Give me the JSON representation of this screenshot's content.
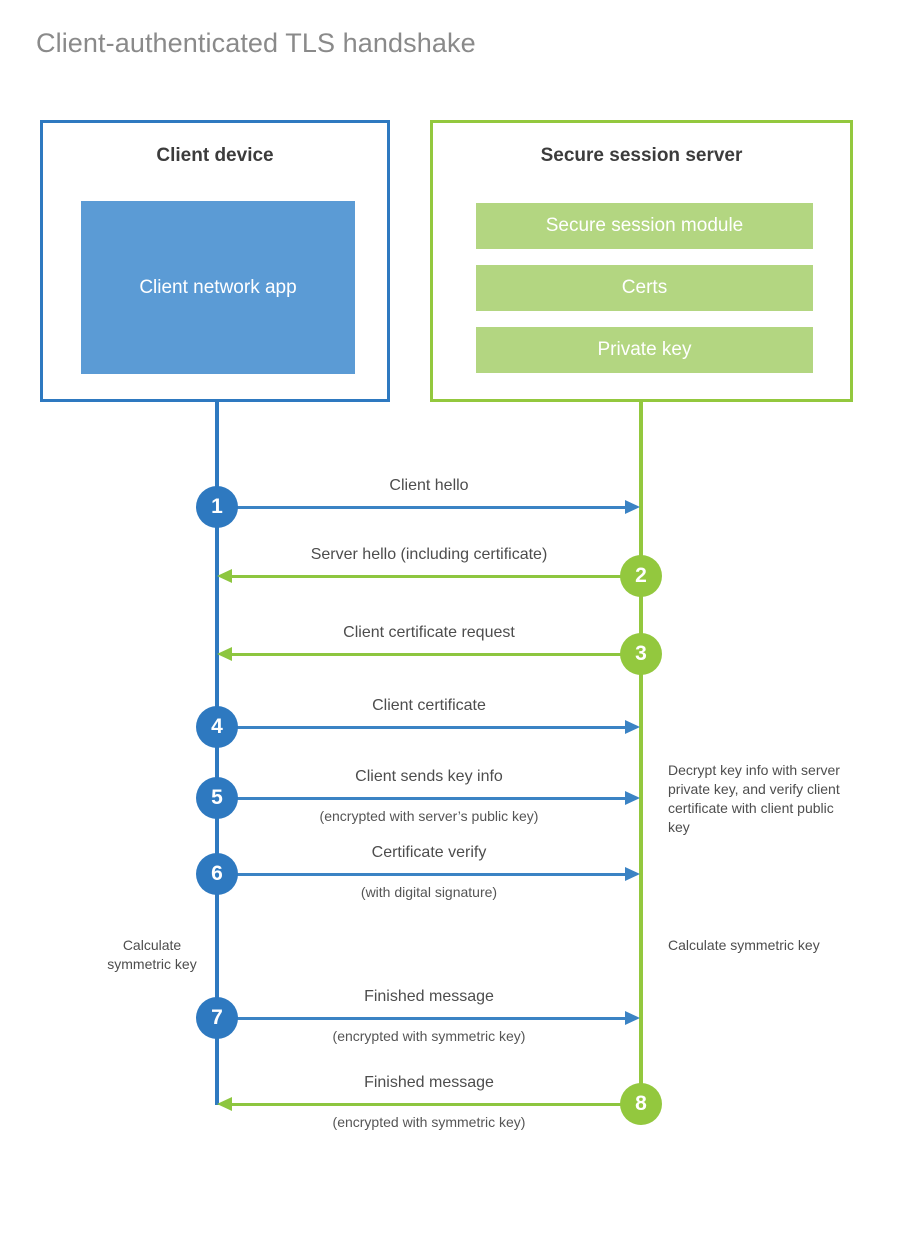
{
  "title": "Client-authenticated TLS handshake",
  "colors": {
    "client_border": "#2E79C0",
    "client_fill": "#5B9BD5",
    "server_border": "#93C83E",
    "server_fill": "#B3D681",
    "client_arrow": "#3B83C4",
    "server_arrow": "#8DC63F",
    "title_text": "#8a8a8a",
    "body_text": "#4d4d4d",
    "background": "#ffffff"
  },
  "entities": {
    "client": {
      "title": "Client device",
      "blocks": [
        {
          "label": "Client network app"
        }
      ]
    },
    "server": {
      "title": "Secure session server",
      "blocks": [
        {
          "label": "Secure session module"
        },
        {
          "label": "Certs"
        },
        {
          "label": "Private key"
        }
      ]
    }
  },
  "messages": [
    {
      "number": "1",
      "label": "Client hello",
      "sub": "",
      "direction": "to-server",
      "origin": "client"
    },
    {
      "number": "2",
      "label": "Server hello (including certificate)",
      "sub": "",
      "direction": "to-client",
      "origin": "server"
    },
    {
      "number": "3",
      "label": "Client certificate request",
      "sub": "",
      "direction": "to-client",
      "origin": "server"
    },
    {
      "number": "4",
      "label": "Client certificate",
      "sub": "",
      "direction": "to-server",
      "origin": "client"
    },
    {
      "number": "5",
      "label": "Client sends key info",
      "sub": "(encrypted with server’s public key)",
      "direction": "to-server",
      "origin": "client"
    },
    {
      "number": "6",
      "label": "Certificate verify",
      "sub": "(with digital signature)",
      "direction": "to-server",
      "origin": "client"
    },
    {
      "number": "7",
      "label": "Finished message",
      "sub": "(encrypted with symmetric key)",
      "direction": "to-server",
      "origin": "client"
    },
    {
      "number": "8",
      "label": "Finished message",
      "sub": "(encrypted with symmetric key)",
      "direction": "to-client",
      "origin": "server"
    }
  ],
  "annotations": {
    "server_decrypt": "Decrypt key info with server private key, and verify client certificate with client public key",
    "client_calculate": "Calculate symmetric key",
    "server_calculate": "Calculate symmetric key"
  }
}
